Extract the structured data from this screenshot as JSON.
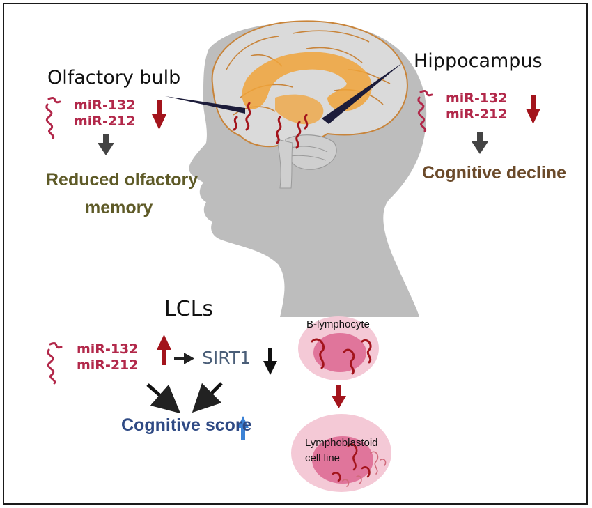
{
  "olfactory": {
    "title": "Olfactory bulb",
    "mir_a": "miR-132",
    "mir_b": "miR-212",
    "outcome_line1": "Reduced  olfactory",
    "outcome_line2": "memory"
  },
  "hippocampus": {
    "title": "Hippocampus",
    "mir_a": "miR-132",
    "mir_b": "miR-212",
    "outcome": "Cognitive  decline"
  },
  "lcl": {
    "title": "LCLs",
    "mir_a": "miR-132",
    "mir_b": "miR-212",
    "target": "SIRT1",
    "outcome": "Cognitive  score"
  },
  "cells": {
    "top_label": "B-lymphocyte",
    "bottom_label_line1": "Lymphoblastoid",
    "bottom_label_line2": "cell line"
  },
  "colors": {
    "down_arrow": "#a3141c",
    "up_arrow_red": "#a3141c",
    "up_arrow_blue": "#3b82d6",
    "head": "#bdbdbd",
    "brain_fill": "#dcdcdc",
    "brain_orange": "#f0a33a",
    "cell_outer": "#f4c9d6",
    "cell_inner": "#e0759b"
  },
  "icons": [
    "rna-strand-icon",
    "down-arrow-icon",
    "up-arrow-icon",
    "right-arrow-icon",
    "pointer-wedge-icon"
  ]
}
